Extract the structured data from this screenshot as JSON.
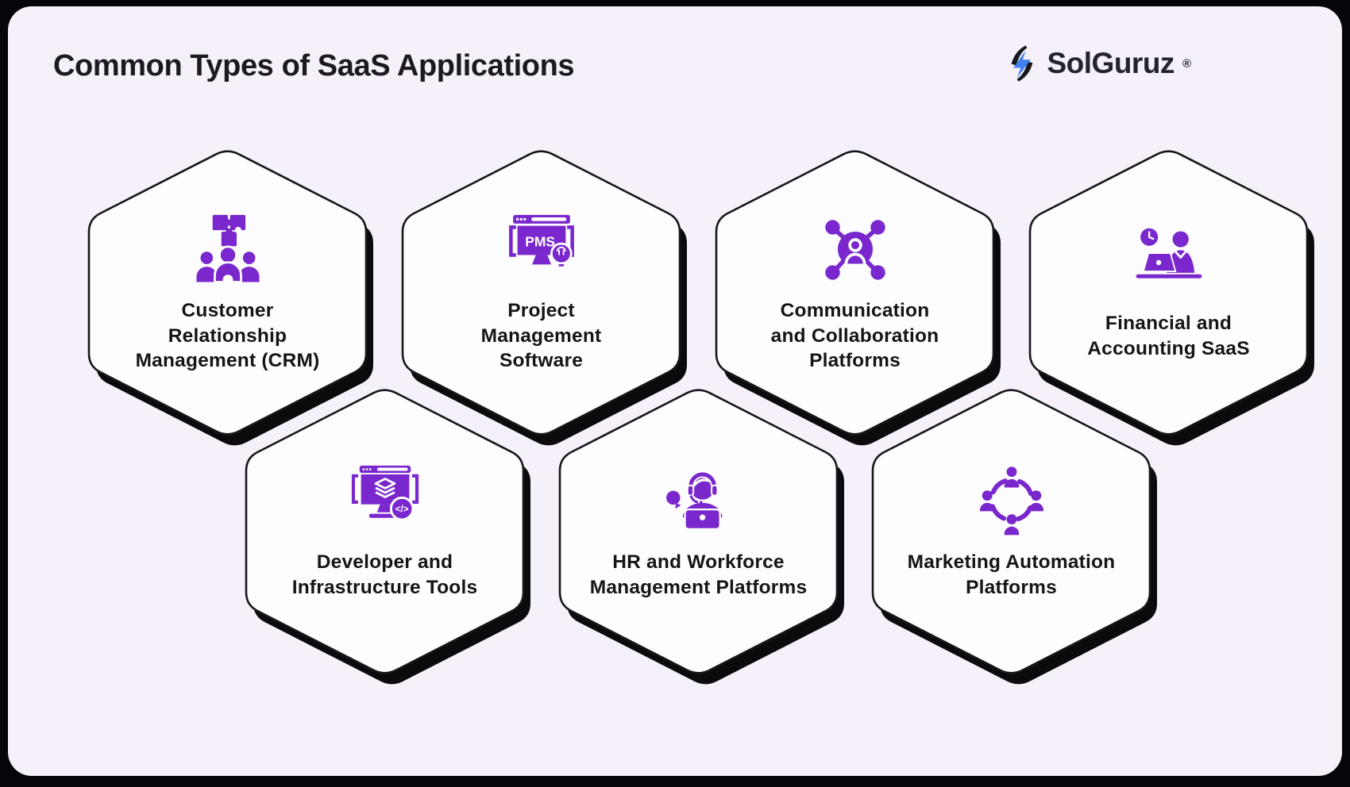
{
  "header": {
    "title": "Common Types of SaaS Applications"
  },
  "logo": {
    "name": "SolGuruz",
    "registered_mark": "®"
  },
  "colors": {
    "canvas_background": "#f5f0fa",
    "frame": "#06060a",
    "hexagon_fill": "#fdfcff",
    "hexagon_border": "#17171a",
    "hexagon_shadow": "#0b0b0d",
    "icon_purple": "#7a28cd",
    "label_text": "#151518",
    "logo_blue": "#3f7ff2"
  },
  "hexagons": [
    {
      "icon": "crm-people-puzzle-icon",
      "label": "Customer Relationship Management (CRM)",
      "lines": [
        "Customer",
        "Relationship",
        "Management (CRM)"
      ]
    },
    {
      "icon": "pms-monitor-bulb-icon",
      "label": "Project Management Software",
      "lines": [
        "Project",
        "Management",
        "Software"
      ],
      "icon_text": "PMS"
    },
    {
      "icon": "connected-people-network-icon",
      "label": "Communication and Collaboration Platforms",
      "lines": [
        "Communication",
        "and Collaboration",
        "Platforms"
      ]
    },
    {
      "icon": "accountant-workstation-clock-icon",
      "label": "Financial and Accounting SaaS",
      "lines": [
        "Financial and",
        "Accounting SaaS"
      ]
    },
    {
      "icon": "dev-monitor-code-layers-icon",
      "label": "Developer and Infrastructure Tools",
      "lines": [
        "Developer and",
        "Infrastructure Tools"
      ],
      "icon_text": "</>"
    },
    {
      "icon": "support-agent-laptop-icon",
      "label": "HR and Workforce Management Platforms",
      "lines": [
        "HR and Workforce",
        "Management Platforms"
      ]
    },
    {
      "icon": "people-circle-cycle-icon",
      "label": "Marketing Automation Platforms",
      "lines": [
        "Marketing Automation",
        "Platforms"
      ]
    }
  ]
}
